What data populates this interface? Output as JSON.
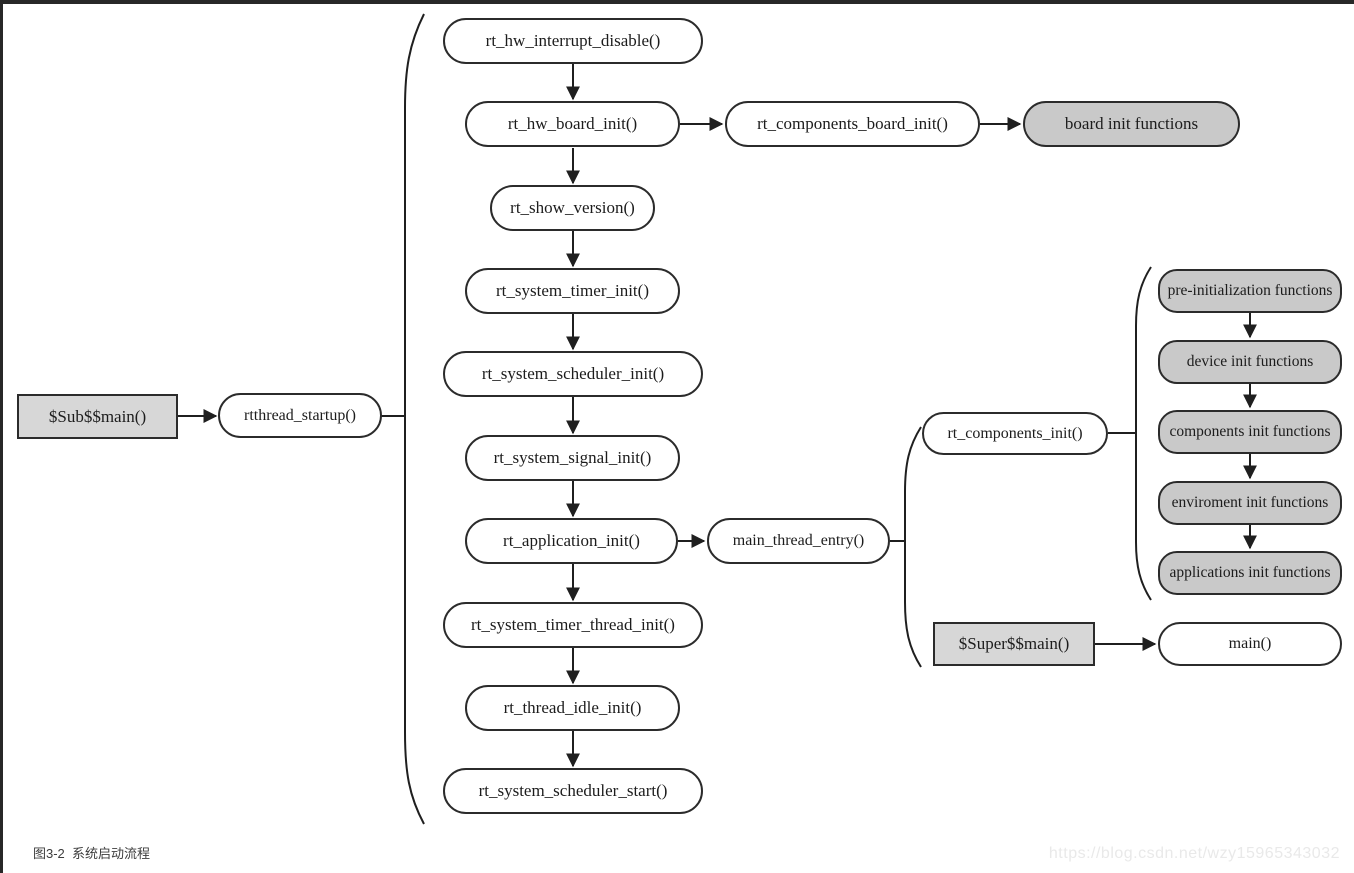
{
  "figure": {
    "caption": "图3-2  系统启动流程",
    "watermark": "https://blog.csdn.net/wzy15965343032"
  },
  "colors": {
    "line": "#1f1f1f",
    "node_border": "#2b2b2b",
    "white_node_fill": "#ffffff",
    "gray_pill_fill": "#c9c9c9",
    "gray_rect_fill": "#d7d7d7",
    "frame": "#282828",
    "watermark_text": "#e9e9e9"
  },
  "nodes": {
    "sub_main": "$Sub$$main()",
    "rtthread_startup": "rtthread_startup()",
    "rt_hw_interrupt_disable": "rt_hw_interrupt_disable()",
    "rt_hw_board_init": "rt_hw_board_init()",
    "rt_components_board_init": "rt_components_board_init()",
    "board_init_functions": "board init functions",
    "rt_show_version": "rt_show_version()",
    "rt_system_timer_init": "rt_system_timer_init()",
    "rt_system_scheduler_init": "rt_system_scheduler_init()",
    "rt_system_signal_init": "rt_system_signal_init()",
    "rt_application_init": "rt_application_init()",
    "main_thread_entry": "main_thread_entry()",
    "rt_system_timer_thread_init": "rt_system_timer_thread_init()",
    "rt_thread_idle_init": "rt_thread_idle_init()",
    "rt_system_scheduler_start": "rt_system_scheduler_start()",
    "rt_components_init": "rt_components_init()",
    "pre_initialization_functions": "pre-initialization functions",
    "device_init_functions": "device init functions",
    "components_init_functions": "components init functions",
    "enviroment_init_functions": "enviroment init functions",
    "applications_init_functions": "applications init functions",
    "super_main": "$Super$$main()",
    "main": "main()"
  }
}
